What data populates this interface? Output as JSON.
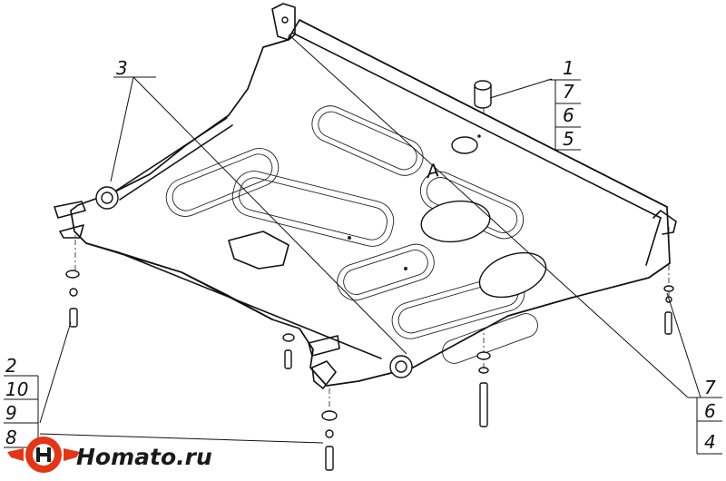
{
  "diagram": {
    "part_mark": "A",
    "callouts": {
      "group_top_right": [
        "1",
        "7",
        "6",
        "5"
      ],
      "group_top_left": [
        "3"
      ],
      "group_bottom_left": [
        "2",
        "10",
        "9",
        "8"
      ],
      "group_bottom_right": [
        "7",
        "6",
        "4"
      ]
    }
  },
  "logo": {
    "text": "Homato.ru",
    "colors": {
      "ring": "#e53416",
      "letter": "#1a1a1a"
    }
  }
}
